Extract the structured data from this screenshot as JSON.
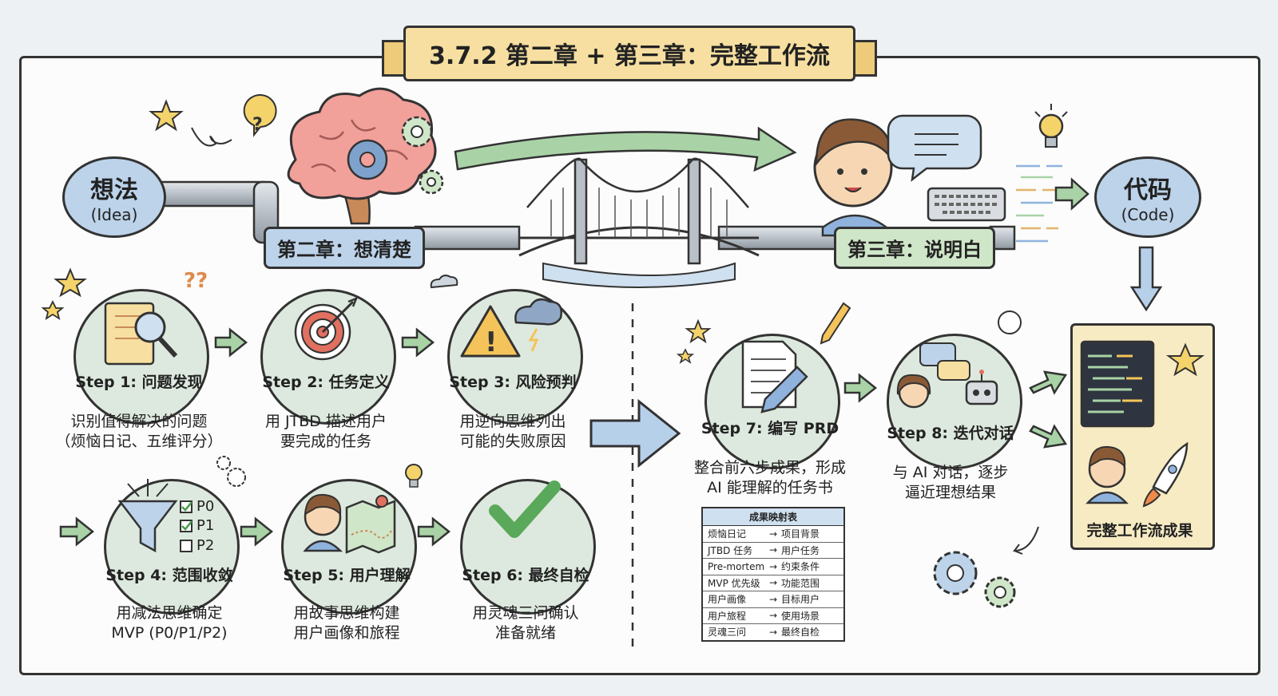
{
  "title": "3.7.2 第二章 + 第三章：完整工作流",
  "start": {
    "label": "想法",
    "sub": "(Idea)"
  },
  "end": {
    "label": "代码",
    "sub": "(Code)"
  },
  "chapter2": "第二章：想清楚",
  "chapter3": "第三章：说明白",
  "steps": [
    {
      "title": "Step 1: 问题发现",
      "desc1": "识别值得解决的问题",
      "desc2": "（烦恼日记、五维评分）"
    },
    {
      "title": "Step 2: 任务定义",
      "desc1": "用 JTBD 描述用户",
      "desc2": "要完成的任务"
    },
    {
      "title": "Step 3: 风险预判",
      "desc1": "用逆向思维列出",
      "desc2": "可能的失败原因"
    },
    {
      "title": "Step 4: 范围收敛",
      "desc1": "用减法思维确定",
      "desc2": "MVP (P0/P1/P2)"
    },
    {
      "title": "Step 5: 用户理解",
      "desc1": "用故事思维构建",
      "desc2": "用户画像和旅程"
    },
    {
      "title": "Step 6: 最终自检",
      "desc1": "用灵魂三问确认",
      "desc2": "准备就绪"
    },
    {
      "title": "Step 7: 编写 PRD",
      "desc1": "整合前六步成果，形成",
      "desc2": "AI 能理解的任务书"
    },
    {
      "title": "Step 8: 迭代对话",
      "desc1": "与 AI 对话，逐步",
      "desc2": "逼近理想结果"
    }
  ],
  "priorities": [
    "P0",
    "P1",
    "P2"
  ],
  "mapping": {
    "title": "成果映射表",
    "arrow": "→",
    "rows": [
      {
        "from": "烦恼日记",
        "to": "项目背景"
      },
      {
        "from": "JTBD 任务",
        "to": "用户任务"
      },
      {
        "from": "Pre-mortem",
        "to": "约束条件"
      },
      {
        "from": "MVP 优先级",
        "to": "功能范围"
      },
      {
        "from": "用户画像",
        "to": "目标用户"
      },
      {
        "from": "用户旅程",
        "to": "使用场景"
      },
      {
        "from": "灵魂三问",
        "to": "最终自检"
      }
    ]
  },
  "result": "完整工作流成果",
  "icons": [
    "star-icon",
    "question-icon",
    "brain-icon",
    "gear-icon",
    "bridge-icon",
    "person-icon",
    "chat-bubble-icon",
    "keyboard-icon",
    "lightbulb-icon",
    "notebook-magnifier-icon",
    "target-icon",
    "warning-icon",
    "storm-cloud-icon",
    "funnel-icon",
    "map-icon",
    "checkmark-icon",
    "document-pen-icon",
    "robot-icon",
    "code-window-icon",
    "rocket-icon"
  ],
  "colors": {
    "chapter2": "#bcd3ea",
    "chapter3": "#cfe6c8",
    "step_bg": "#dde9de",
    "banner": "#f6dfa0",
    "result_bg": "#f7ebc3",
    "arrow_green": "#a9d3a6",
    "arrow_blue": "#b7d0ea"
  }
}
